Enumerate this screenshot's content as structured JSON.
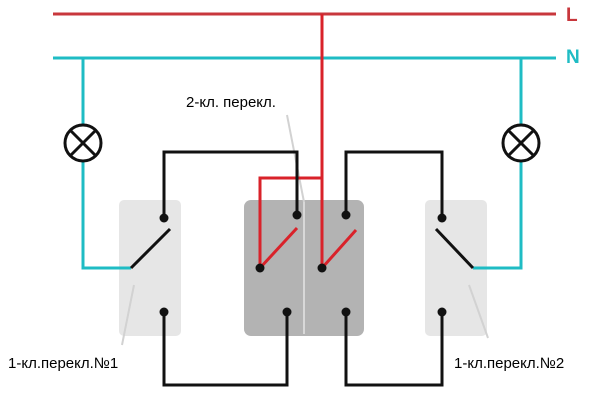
{
  "lines": {
    "phase": {
      "label": "L",
      "color": "#c8373c"
    },
    "neutral": {
      "label": "N",
      "color": "#1fbcc4"
    }
  },
  "wire_colors": {
    "switched": "#111111",
    "phase_feed": "#d9222a"
  },
  "switch_colors": {
    "single_key_body": "#e6e6e6",
    "double_key_body": "#b3b3b3",
    "divider": "#d8d8d8"
  },
  "labels": {
    "double_switch": "2-кл. перекл.",
    "switch_1": "1-кл.перекл.№1",
    "switch_2": "1-кл.перекл.№2"
  },
  "icons": {
    "lamp_left": "lamp-icon",
    "lamp_right": "lamp-icon"
  }
}
